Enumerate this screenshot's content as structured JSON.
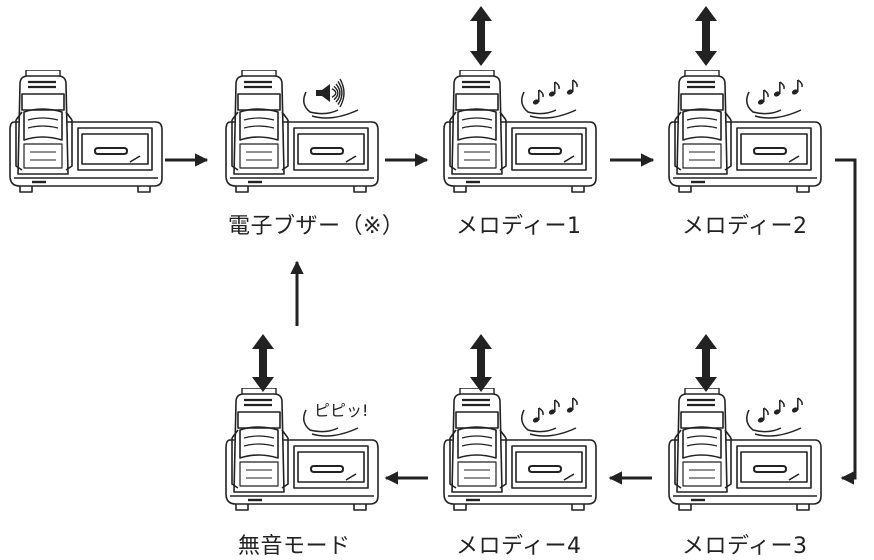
{
  "diagram": {
    "steps": [
      {
        "id": "start",
        "label": "",
        "bubble": "none",
        "press": false
      },
      {
        "id": "buzzer",
        "label": "電子ブザー（※）",
        "bubble": "speaker",
        "press": false
      },
      {
        "id": "melody1",
        "label": "メロディー1",
        "bubble": "notes",
        "press": true
      },
      {
        "id": "melody2",
        "label": "メロディー2",
        "bubble": "notes",
        "press": true
      },
      {
        "id": "melody3",
        "label": "メロディー3",
        "bubble": "notes",
        "press": true
      },
      {
        "id": "melody4",
        "label": "メロディー4",
        "bubble": "notes",
        "press": true
      },
      {
        "id": "silent",
        "label": "無音モード",
        "bubble": "text",
        "press": true
      }
    ],
    "silent_sound_text": "ピピッ!",
    "colors": {
      "line": "#222222",
      "background": "#ffffff"
    }
  }
}
